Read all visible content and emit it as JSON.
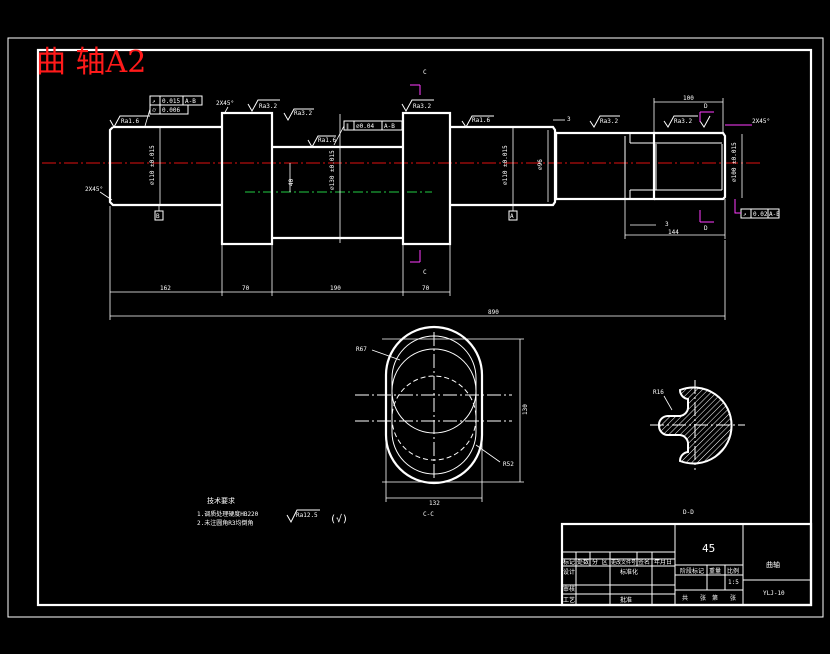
{
  "drawing_title": "曲 轴A2",
  "sections": {
    "cc_marker": "C",
    "dd_marker": "D",
    "cc_label": "C-C",
    "dd_label": "D-D"
  },
  "datums": {
    "a": "A",
    "b": "B"
  },
  "roughness": {
    "ra16_a": "Ra1.6",
    "ra32_a": "Ra3.2",
    "ra32_b": "Ra3.2",
    "ra16_b": "Ra1.6",
    "ra32_c": "Ra3.2",
    "ra16_c": "Ra1.6",
    "ra32_d": "Ra3.2",
    "ra32_e": "Ra3.2",
    "ra32_f": "Ra3.2",
    "ra125": "Ra12.5",
    "rest_mark": "(√)"
  },
  "tolerances": {
    "runout_1": "0.015",
    "runout_1_datum": "A-B",
    "cyl_1": "0.006",
    "par_1": "∅0.04",
    "par_1_datum": "A-B",
    "runout_2": "0.02",
    "runout_2_datum": "A-B"
  },
  "dimensions": {
    "chamfer_left": "2X45°",
    "chamfer_top": "2X45°",
    "chamfer_right": "2X45°",
    "d_left": "∅110 ±0.015",
    "d_crank": "∅130 ±0.015",
    "d_mid": "∅110 ±0.015",
    "d_right": "∅100 ±0.015",
    "d_96": "∅96",
    "offset": "40",
    "len_162": "162",
    "len_70a": "70",
    "len_190": "190",
    "len_70b": "70",
    "total": "890",
    "len_100": "100",
    "len_144": "144",
    "len_3a": "3",
    "len_3b": "3",
    "r67": "R67",
    "r52": "R52",
    "h130": "130",
    "w132": "132",
    "r16": "R16"
  },
  "notes": {
    "heading": "技术要求",
    "line1": "1.调质处理硬度HB220",
    "line2": "2.未注圆角R3均倒角"
  },
  "title_block": {
    "material": "45",
    "part_name": "曲轴",
    "drawing_no": "YLJ-10",
    "scale": "1:5",
    "h_mark": "标记",
    "h_count": "处数",
    "h_zone": "分 区",
    "h_doc": "更改文件号",
    "h_sign": "签名",
    "h_date": "年月日",
    "r_design": "设计",
    "r_std": "标准化",
    "r_check": "审核",
    "r_process": "工艺",
    "r_approve": "批准",
    "c_stage": "阶段标记",
    "c_weight": "重量",
    "c_scale": "比例",
    "c_total": "共",
    "c_sheet": "张",
    "c_first": "第",
    "c_sheet2": "张"
  }
}
